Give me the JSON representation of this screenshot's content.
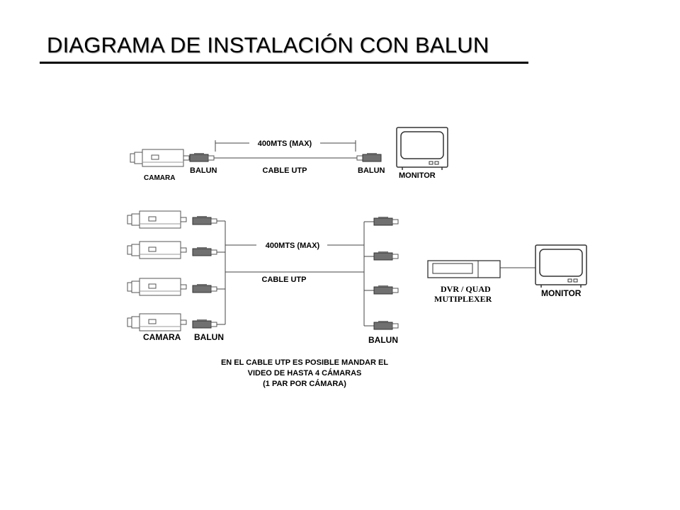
{
  "title": "DIAGRAMA DE INSTALACIÓN CON BALUN",
  "top_diagram": {
    "camera": "CAMARA",
    "balun_left": "BALUN",
    "distance": "400MTS (MAX)",
    "cable": "CABLE UTP",
    "balun_right": "BALUN",
    "monitor": "MONITOR"
  },
  "bottom_diagram": {
    "camera": "CAMARA",
    "balun_left": "BALUN",
    "distance": "400MTS (MAX)",
    "cable": "CABLE UTP",
    "balun_right": "BALUN",
    "dvr_line1": "DVR / QUAD",
    "dvr_line2": "MUTIPLEXER",
    "monitor": "MONITOR"
  },
  "note": {
    "line1": "EN EL CABLE UTP ES POSIBLE MANDAR EL",
    "line2": "VIDEO DE HASTA 4 CÁMARAS",
    "line3": "(1 PAR POR CÁMARA)"
  }
}
